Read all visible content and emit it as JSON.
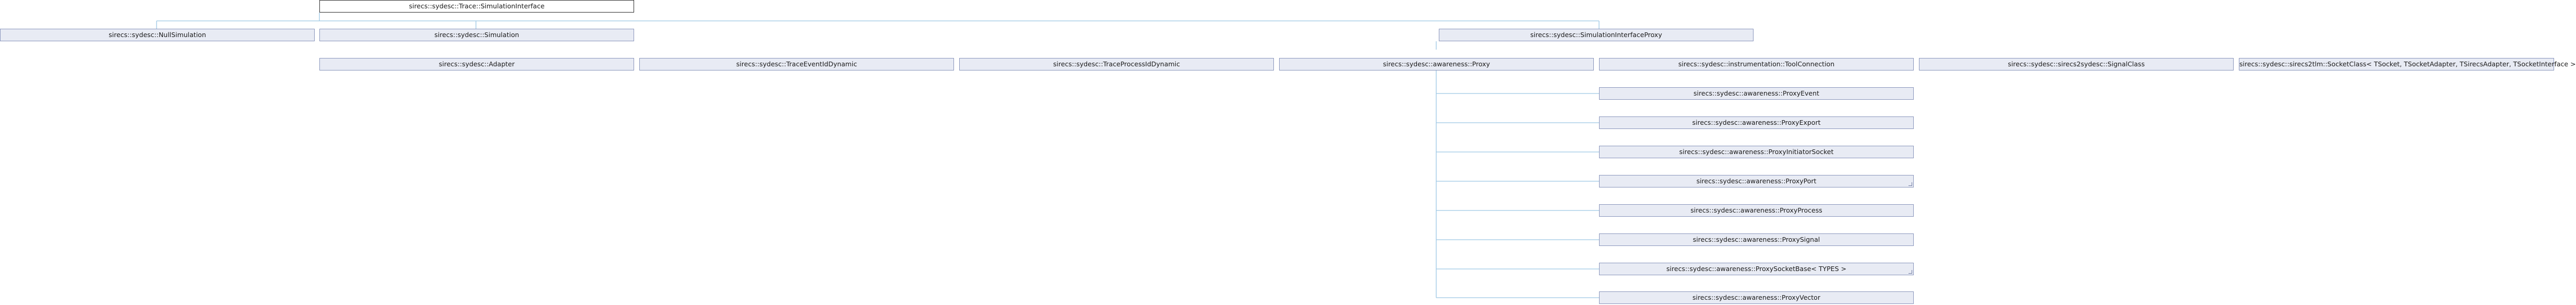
{
  "diagram": {
    "type": "class-hierarchy",
    "root": {
      "id": "simulation_interface",
      "label": "sirecs::sydesc::Trace::SimulationInterface"
    },
    "level1": [
      {
        "id": "null_simulation",
        "label": "sirecs::sydesc::NullSimulation"
      },
      {
        "id": "simulation",
        "label": "sirecs::sydesc::Simulation"
      },
      {
        "id": "simulation_interface_proxy",
        "label": "sirecs::sydesc::SimulationInterfaceProxy"
      }
    ],
    "level2": [
      {
        "id": "adapter",
        "label": "sirecs::sydesc::Adapter"
      },
      {
        "id": "trace_event_id_dynamic",
        "label": "sirecs::sydesc::TraceEventIdDynamic"
      },
      {
        "id": "trace_process_id_dynamic",
        "label": "sirecs::sydesc::TraceProcessIdDynamic"
      },
      {
        "id": "proxy",
        "label": "sirecs::sydesc::awareness::Proxy"
      },
      {
        "id": "tool_connection",
        "label": "sirecs::sydesc::instrumentation::ToolConnection"
      },
      {
        "id": "signal_class",
        "label": "sirecs::sydesc::sirecs2sydesc::SignalClass"
      },
      {
        "id": "socket_class",
        "label": "sirecs::sydesc::sirecs2tlm::SocketClass< TSocket, TSocketAdapter, TSirecsAdapter, TSocketInterface >"
      }
    ],
    "level3": [
      {
        "id": "proxy_event",
        "label": "sirecs::sydesc::awareness::ProxyEvent",
        "clipped": false
      },
      {
        "id": "proxy_export",
        "label": "sirecs::sydesc::awareness::ProxyExport",
        "clipped": false
      },
      {
        "id": "proxy_initiator_socket",
        "label": "sirecs::sydesc::awareness::ProxyInitiatorSocket",
        "clipped": false
      },
      {
        "id": "proxy_port",
        "label": "sirecs::sydesc::awareness::ProxyPort",
        "clipped": true
      },
      {
        "id": "proxy_process",
        "label": "sirecs::sydesc::awareness::ProxyProcess",
        "clipped": false
      },
      {
        "id": "proxy_signal",
        "label": "sirecs::sydesc::awareness::ProxySignal",
        "clipped": false
      },
      {
        "id": "proxy_socket_base",
        "label": "sirecs::sydesc::awareness::ProxySocketBase< TYPES >",
        "clipped": true
      },
      {
        "id": "proxy_vector",
        "label": "sirecs::sydesc::awareness::ProxyVector",
        "clipped": false
      }
    ],
    "edges": [
      [
        "simulation_interface",
        "null_simulation"
      ],
      [
        "simulation_interface",
        "simulation"
      ],
      [
        "simulation_interface",
        "simulation_interface_proxy"
      ],
      [
        "simulation_interface_proxy",
        "adapter"
      ],
      [
        "simulation_interface_proxy",
        "trace_event_id_dynamic"
      ],
      [
        "simulation_interface_proxy",
        "trace_process_id_dynamic"
      ],
      [
        "simulation_interface_proxy",
        "proxy"
      ],
      [
        "simulation_interface_proxy",
        "tool_connection"
      ],
      [
        "simulation_interface_proxy",
        "signal_class"
      ],
      [
        "simulation_interface_proxy",
        "socket_class"
      ],
      [
        "proxy",
        "proxy_event"
      ],
      [
        "proxy",
        "proxy_export"
      ],
      [
        "proxy",
        "proxy_initiator_socket"
      ],
      [
        "proxy",
        "proxy_port"
      ],
      [
        "proxy",
        "proxy_process"
      ],
      [
        "proxy",
        "proxy_signal"
      ],
      [
        "proxy",
        "proxy_socket_base"
      ],
      [
        "proxy",
        "proxy_vector"
      ]
    ],
    "colors": {
      "node_fill": "#e8ebf4",
      "node_border": "#8a96bc",
      "root_border": "#2d2d2d",
      "edge": "#9cc6e4"
    }
  }
}
